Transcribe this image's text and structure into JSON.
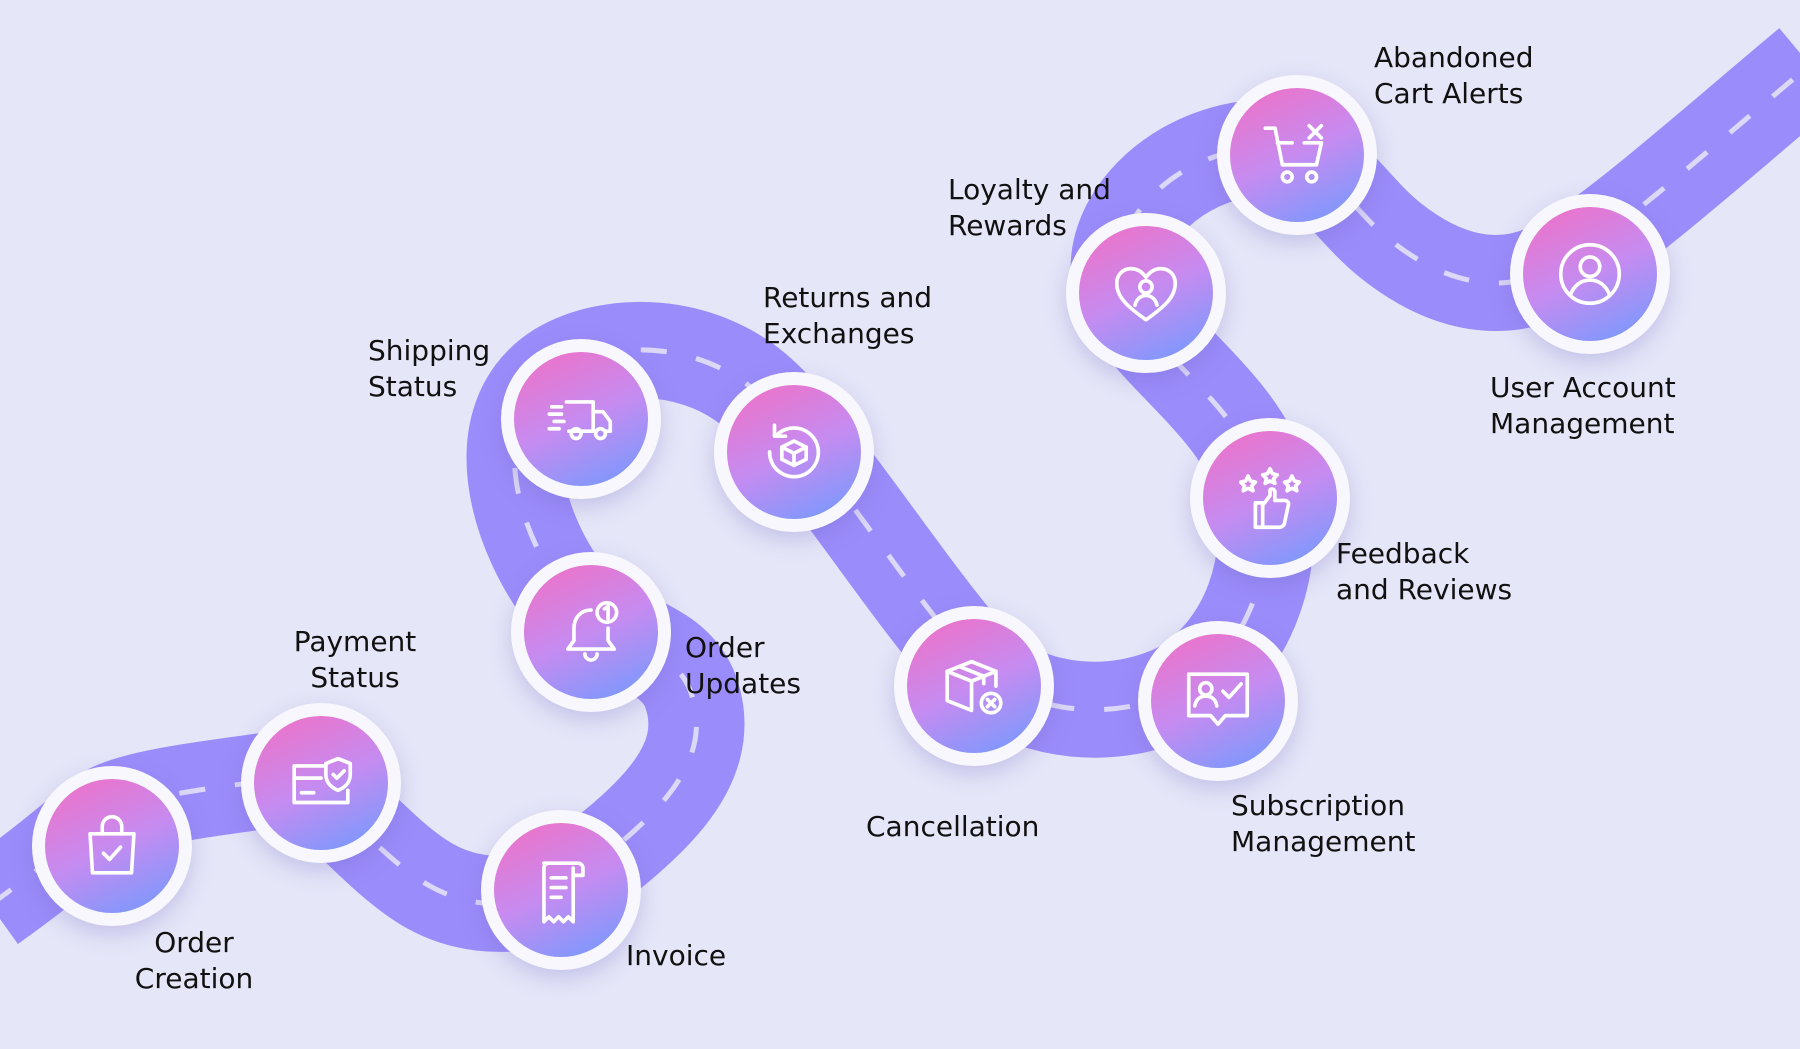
{
  "colors": {
    "background": "#e5e6f8",
    "road": "#9b8cfb",
    "road_dash": "#dcd8f7",
    "icon_gradient": [
      "#f26fc4",
      "#c68bf0",
      "#6f9bff"
    ],
    "stage_ring": "#f7f7fd"
  },
  "stages": [
    {
      "id": "order-creation",
      "label": "Order\nCreation",
      "icon": "shopping-bag-check-icon"
    },
    {
      "id": "payment-status",
      "label": "Payment\nStatus",
      "icon": "card-shield-icon"
    },
    {
      "id": "invoice",
      "label": "Invoice",
      "icon": "receipt-icon"
    },
    {
      "id": "order-updates",
      "label": "Order\nUpdates",
      "icon": "bell-notification-icon"
    },
    {
      "id": "shipping-status",
      "label": "Shipping\nStatus",
      "icon": "delivery-truck-icon"
    },
    {
      "id": "returns-exchanges",
      "label": "Returns and\nExchanges",
      "icon": "box-return-icon"
    },
    {
      "id": "cancellation",
      "label": "Cancellation",
      "icon": "box-cancel-icon"
    },
    {
      "id": "subscription-management",
      "label": "Subscription\nManagement",
      "icon": "user-check-message-icon"
    },
    {
      "id": "feedback-reviews",
      "label": "Feedback\nand Reviews",
      "icon": "thumbs-up-stars-icon"
    },
    {
      "id": "loyalty-rewards",
      "label": "Loyalty and\nRewards",
      "icon": "heart-user-icon"
    },
    {
      "id": "abandoned-cart-alerts",
      "label": "Abandoned\nCart Alerts",
      "icon": "cart-remove-icon"
    },
    {
      "id": "user-account-management",
      "label": "User Account\nManagement",
      "icon": "user-circle-icon"
    }
  ]
}
